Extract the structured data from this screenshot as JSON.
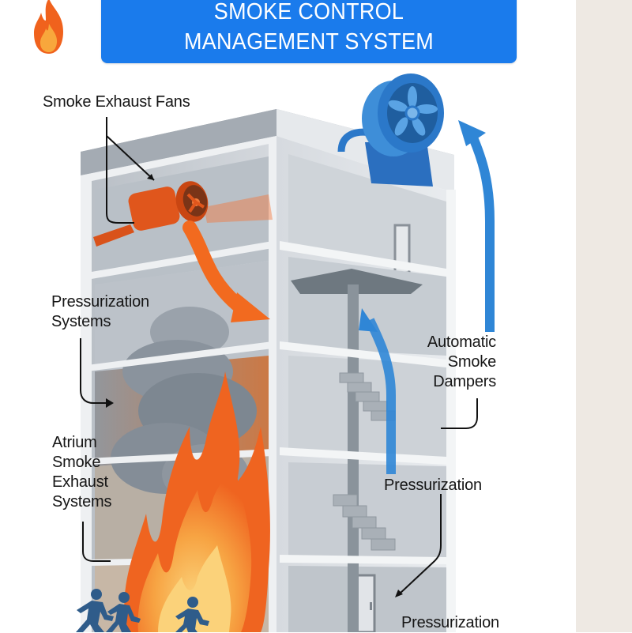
{
  "header": {
    "title_line1": "SMOKE CONTROL",
    "title_line2": "MANAGEMENT SYSTEM",
    "logo_icon": "fire-icon",
    "title_bg_color": "#1a7bec"
  },
  "labels": {
    "smoke_exhaust_fans": "Smoke Exhaust Fans",
    "pressurization_systems": [
      "Pressurization",
      "Systems"
    ],
    "atrium_smoke_exhaust": [
      "Atrium",
      "Smoke",
      "Exhaust",
      "Systems"
    ],
    "automatic_smoke_dampers": [
      "Automatic",
      "Smoke",
      "Dampers"
    ],
    "pressurization_stair": "Pressurization",
    "pressurization_lower": "Pressurization"
  },
  "illustration": {
    "elements": [
      "building-cutaway",
      "orange-exhaust-fan",
      "blue-roof-fan",
      "smoke-cloud",
      "fire",
      "staircase",
      "doors",
      "evacuating-people",
      "blue-airflow-arrows",
      "orange-smoke-arrow"
    ],
    "people_count": 3,
    "colors": {
      "fire_orange": "#f26a1f",
      "fire_yellow": "#f7b34a",
      "fan_orange": "#e0561c",
      "fan_blue": "#2b78c9",
      "airflow_blue": "#2f86d6",
      "smoke_gray": "#7d8791",
      "wall_gray": "#c9ced4",
      "person_blue": "#2f5c8a"
    }
  }
}
